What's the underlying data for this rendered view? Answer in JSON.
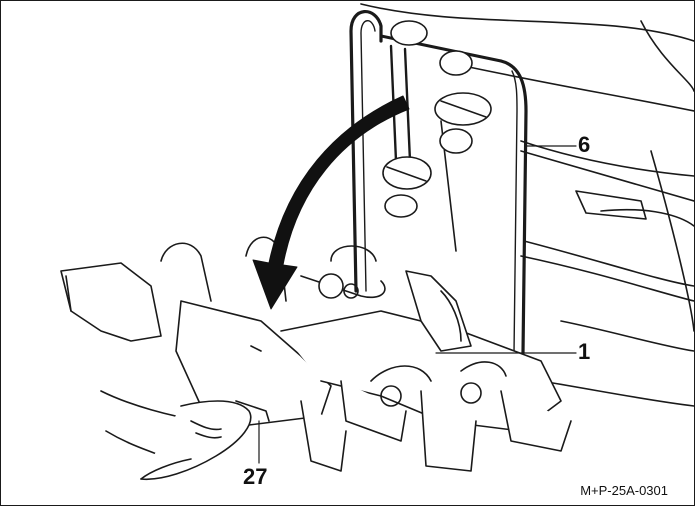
{
  "callouts": {
    "c6": "6",
    "c1": "1",
    "c27": "27"
  },
  "image_code": "M+P-25A-0301",
  "icons": {
    "arrow": "curved-down-arrow-icon"
  },
  "colors": {
    "line": "#1a1a1a",
    "fill": "#ffffff",
    "shade": "#d9d9d9",
    "arrow": "#111111"
  }
}
